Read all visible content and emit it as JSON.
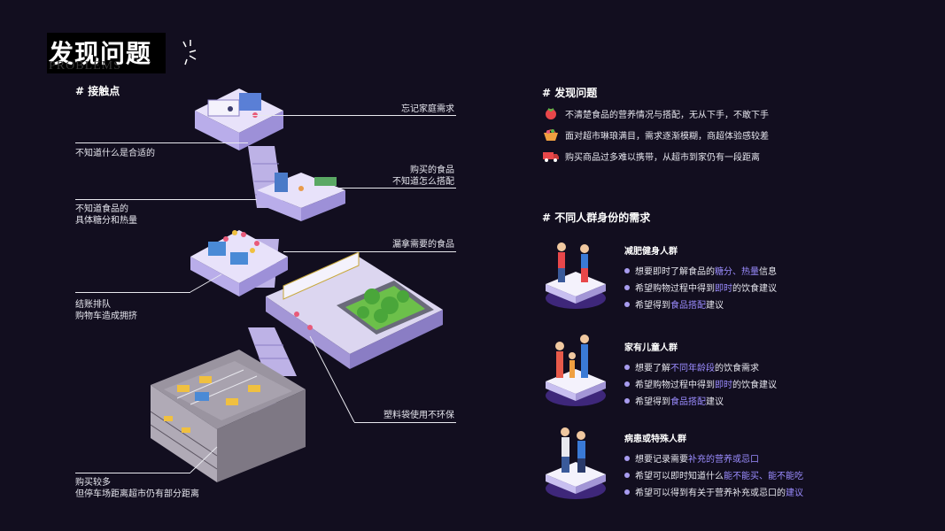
{
  "title": {
    "main": "发现问题",
    "sub": "PROBLEMS"
  },
  "touchpoints": {
    "heading": "# 接触点",
    "labels": [
      "忘记家庭需求",
      "不知道什么是合适的",
      "购买的食品",
      "不知道怎么搭配",
      "不知道食品的",
      "具体糖分和热量",
      "漏拿需要的食品",
      "结账排队",
      "购物车造成拥挤",
      "塑料袋使用不环保",
      "购买较多",
      "但停车场距离超市仍有部分距离"
    ]
  },
  "problems": {
    "heading": "# 发现问题",
    "items": [
      {
        "icon": "tomato-icon",
        "text": "不清楚食品的营养情况与搭配，无从下手，不敢下手"
      },
      {
        "icon": "basket-icon",
        "text": "面对超市琳琅满目，需求逐渐模糊，商超体验感较差"
      },
      {
        "icon": "truck-icon",
        "text": "购买商品过多难以携带，从超市到家仍有一段距离"
      }
    ]
  },
  "needs": {
    "heading": "# 不同人群身份的需求",
    "groups": [
      {
        "title": "减肥健身人群",
        "bullets": [
          {
            "pre": "想要即时了解食品的",
            "hl": "糖分、热量",
            "post": "信息"
          },
          {
            "pre": "希望购物过程中得到",
            "hl": "即时",
            "post": "的饮食建议"
          },
          {
            "pre": "希望得到",
            "hl": "食品搭配",
            "post": "建议"
          }
        ]
      },
      {
        "title": "家有儿童人群",
        "bullets": [
          {
            "pre": "想要了解",
            "hl": "不同年龄段",
            "post": "的饮食需求"
          },
          {
            "pre": "希望购物过程中得到",
            "hl": "即时",
            "post": "的饮食建议"
          },
          {
            "pre": "希望得到",
            "hl": "食品搭配",
            "post": "建议"
          }
        ]
      },
      {
        "title": "病患或特殊人群",
        "bullets": [
          {
            "pre": "想要记录需要",
            "hl": "补充的营养或忌口",
            "post": ""
          },
          {
            "pre": "希望可以即时知道什么",
            "hl": "能不能买、能不能吃",
            "post": ""
          },
          {
            "pre": "希望可以得到有关于营养补充或忌口的",
            "hl": "建议",
            "post": ""
          }
        ]
      }
    ]
  },
  "colors": {
    "background": "#120e1f",
    "accent": "#9b8cff",
    "platform": "#cfc6ee"
  }
}
